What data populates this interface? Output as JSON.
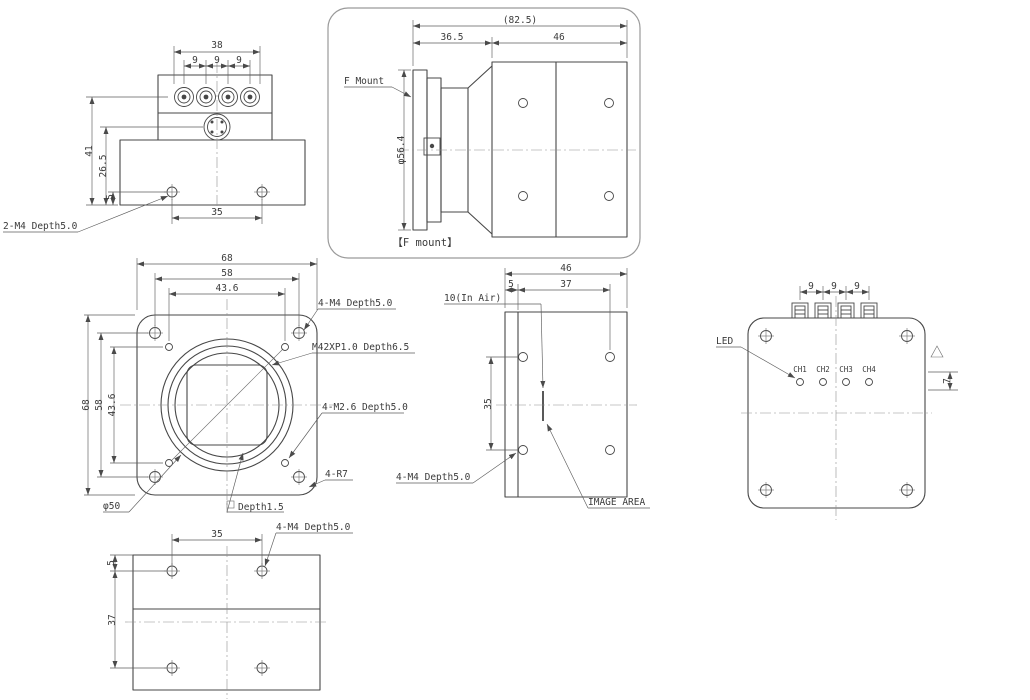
{
  "drawing": {
    "ink_color": "#474747",
    "background": "#ffffff"
  },
  "views": {
    "top": {
      "dim_connector_group_width": "38",
      "dim_pitch_a": "9",
      "dim_pitch_b": "9",
      "dim_pitch_c": "9",
      "dim_height_overall": "41",
      "dim_height_connector": "26.5",
      "dim_hole_offset": "5",
      "dim_hole_span": "35",
      "note_mount_holes": "2-M4 Depth5.0"
    },
    "fmount": {
      "dim_overall": "(82.5)",
      "dim_flange": "36.5",
      "dim_body": "46",
      "label_mount": "F Mount",
      "dim_diameter": "φ56.4",
      "caption": "【F mount】"
    },
    "front": {
      "dim_width_outer": "68",
      "dim_width_screws": "58",
      "dim_width_inner": "43.6",
      "dim_height_outer": "68",
      "dim_height_screws": "58",
      "dim_height_inner": "43.6",
      "note_corner_screws": "4-M4 Depth5.0",
      "note_lens_thread": "M42XP1.0 Depth6.5",
      "note_small_screws": "4-M2.6 Depth5.0",
      "note_corner_radius": "4-R7",
      "dim_lens_diameter": "φ50",
      "note_recess": "Depth1.5"
    },
    "side": {
      "dim_depth": "46",
      "dim_front_plate": "5",
      "dim_hole_offset": "37",
      "note_flange_distance": "10(In Air)",
      "dim_hole_span": "35",
      "note_mount_holes": "4-M4 Depth5.0",
      "label_image_area": "IMAGE AREA"
    },
    "rear": {
      "dim_pitch_a": "9",
      "dim_pitch_b": "9",
      "dim_pitch_c": "9",
      "label_led": "LED",
      "ch_labels": [
        "CH1",
        "CH2",
        "CH3",
        "CH4"
      ],
      "dim_led_offset": "7"
    },
    "bottom": {
      "dim_hole_offset": "5",
      "dim_hole_span_x": "35",
      "dim_hole_span_y": "37",
      "note_mount_holes": "4-M4 Depth5.0"
    }
  }
}
